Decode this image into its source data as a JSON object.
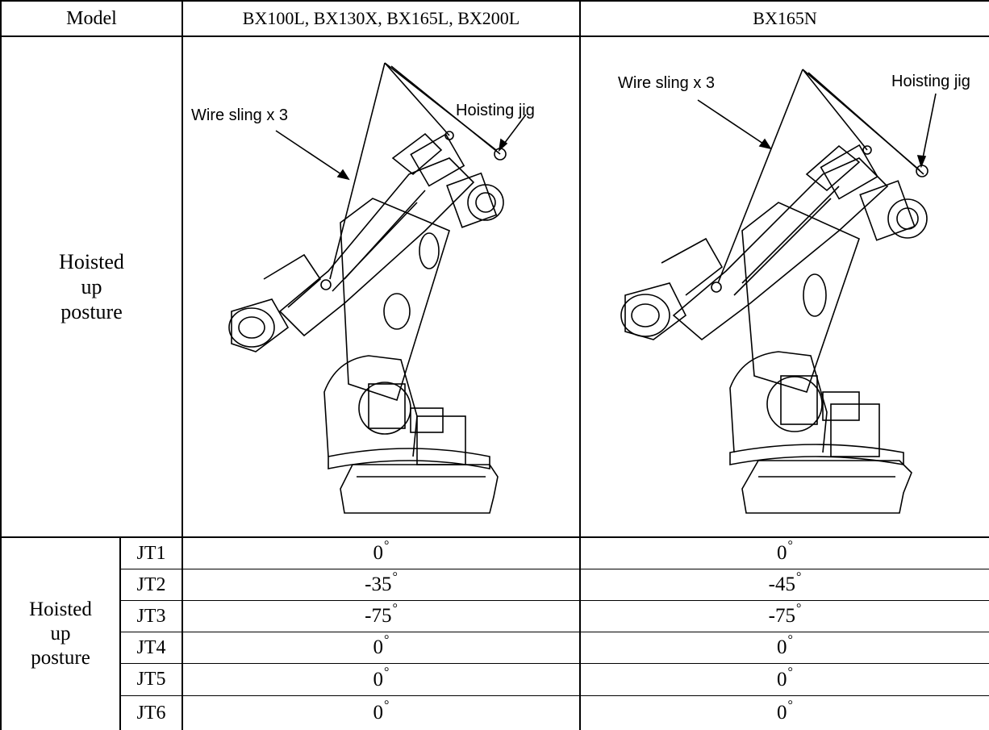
{
  "header": {
    "model_label": "Model",
    "col1": "BX100L, BX130X, BX165L, BX200L",
    "col2": "BX165N"
  },
  "posture_row": {
    "label_line1": "Hoisted",
    "label_line2": "up",
    "label_line3": "posture",
    "left_figure": {
      "callout_sling": "Wire sling x 3",
      "callout_jig": "Hoisting jig"
    },
    "right_figure": {
      "callout_sling": "Wire sling x 3",
      "callout_jig": "Hoisting jig"
    }
  },
  "joint_section": {
    "label_line1": "Hoisted",
    "label_line2": "up",
    "label_line3": "posture",
    "degree_symbol": "°",
    "rows": [
      {
        "joint": "JT1",
        "col1": "0",
        "col2": "0"
      },
      {
        "joint": "JT2",
        "col1": "-35",
        "col2": "-45"
      },
      {
        "joint": "JT3",
        "col1": "-75",
        "col2": "-75"
      },
      {
        "joint": "JT4",
        "col1": "0",
        "col2": "0"
      },
      {
        "joint": "JT5",
        "col1": "0",
        "col2": "0"
      },
      {
        "joint": "JT6",
        "col1": "0",
        "col2": "0"
      }
    ]
  }
}
